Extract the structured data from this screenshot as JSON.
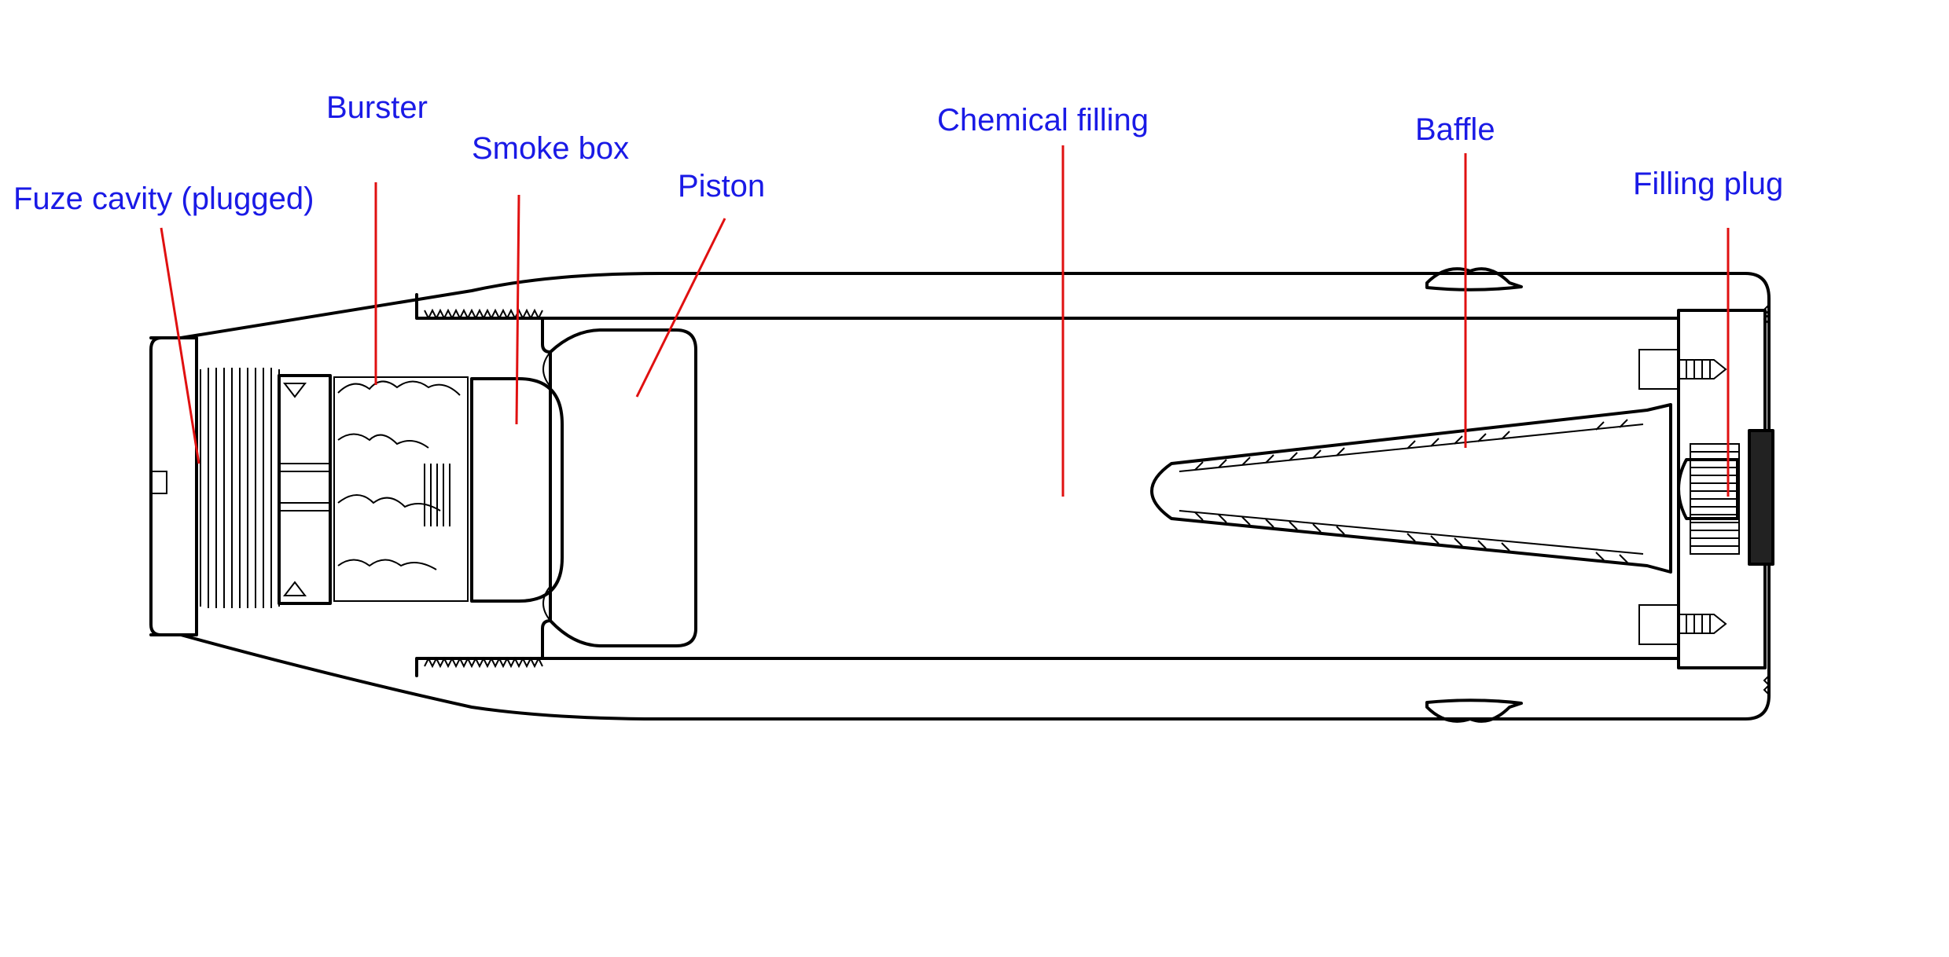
{
  "colors": {
    "label_text": "#1a1ae6",
    "leader_line": "#e01010",
    "drawing_ink": "#000000",
    "background": "#ffffff"
  },
  "labels": {
    "burster": "Burster",
    "smoke_box": "Smoke box",
    "fuze_cavity": "Fuze cavity (plugged)",
    "piston": "Piston",
    "chemical_filling": "Chemical filling",
    "baffle": "Baffle",
    "filling_plug": "Filling plug"
  }
}
